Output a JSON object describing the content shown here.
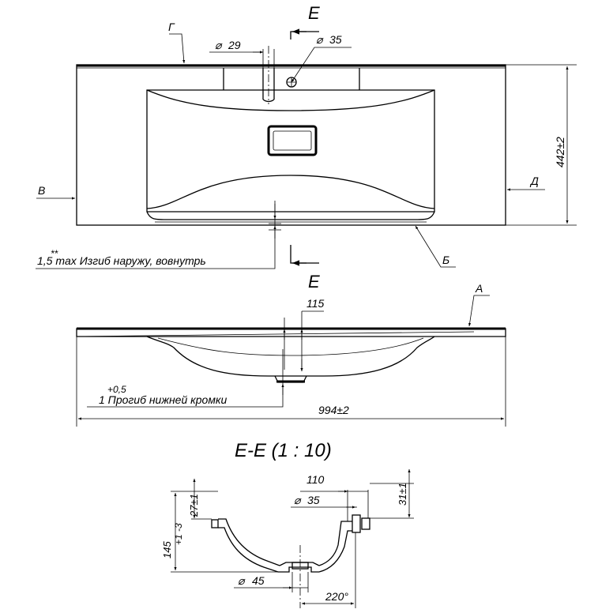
{
  "labels": {
    "section_letter_top": "E",
    "section_letter_bottom": "E",
    "letter_g": "Г",
    "letter_v": "В",
    "letter_d": "Д",
    "letter_b": "Б",
    "letter_a": "А",
    "dim_29": "29",
    "dim_35_top": "35",
    "dim_442": "442±2",
    "note_bend": "1,5 max Изгиб наружу, вовнутрь",
    "note_bend_sup": "**",
    "dim_115": "115",
    "note_deflection": "1 Прогиб нижней кромки",
    "note_deflection_sup": "+0,5",
    "dim_994": "994±2",
    "section_title": "E-E (1 : 10)",
    "dim_27": "27±1",
    "dim_145": "145",
    "dim_145_tol": "+1 -3",
    "dim_110": "110",
    "dim_35_section": "35",
    "dim_31": "31±1",
    "dim_45": "45",
    "dim_220": "220°"
  },
  "icons": {
    "diameter": "diameter-symbol-icon"
  }
}
